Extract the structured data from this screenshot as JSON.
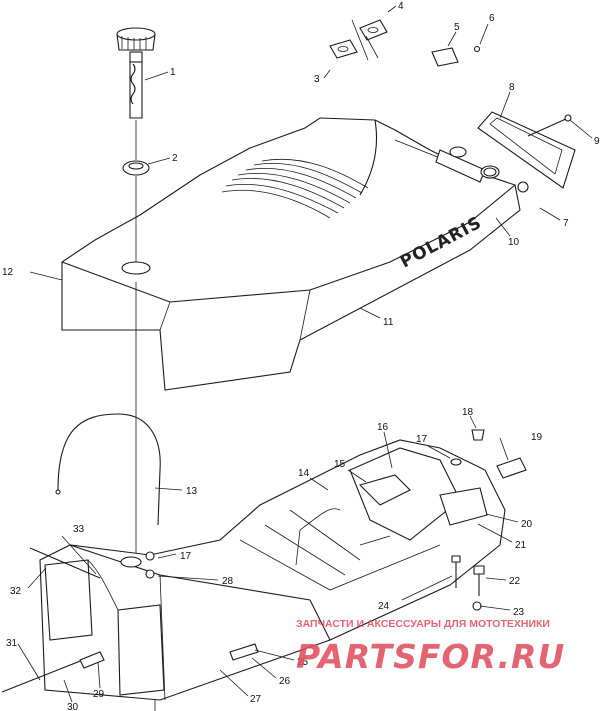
{
  "diagram": {
    "brand_text": "POLARIS",
    "callouts": [
      {
        "id": "c1",
        "text": "1"
      },
      {
        "id": "c2",
        "text": "2"
      },
      {
        "id": "c3",
        "text": "3"
      },
      {
        "id": "c4",
        "text": "4"
      },
      {
        "id": "c5",
        "text": "5"
      },
      {
        "id": "c6",
        "text": "6"
      },
      {
        "id": "c7",
        "text": "7"
      },
      {
        "id": "c8",
        "text": "8"
      },
      {
        "id": "c9",
        "text": "9"
      },
      {
        "id": "c10",
        "text": "10"
      },
      {
        "id": "c11",
        "text": "11"
      },
      {
        "id": "c12",
        "text": "12"
      },
      {
        "id": "c13",
        "text": "13"
      },
      {
        "id": "c14",
        "text": "14"
      },
      {
        "id": "c15",
        "text": "15"
      },
      {
        "id": "c16",
        "text": "16"
      },
      {
        "id": "c17a",
        "text": "17"
      },
      {
        "id": "c17b",
        "text": "17"
      },
      {
        "id": "c18",
        "text": "18"
      },
      {
        "id": "c19",
        "text": "19"
      },
      {
        "id": "c20",
        "text": "20"
      },
      {
        "id": "c21",
        "text": "21"
      },
      {
        "id": "c22",
        "text": "22"
      },
      {
        "id": "c23",
        "text": "23"
      },
      {
        "id": "c24",
        "text": "24"
      },
      {
        "id": "c25",
        "text": "25"
      },
      {
        "id": "c26",
        "text": "26"
      },
      {
        "id": "c27",
        "text": "27"
      },
      {
        "id": "c28",
        "text": "28"
      },
      {
        "id": "c29",
        "text": "29"
      },
      {
        "id": "c30",
        "text": "30"
      },
      {
        "id": "c31",
        "text": "31"
      },
      {
        "id": "c32",
        "text": "32"
      },
      {
        "id": "c33",
        "text": "33"
      }
    ]
  },
  "watermark": {
    "top_text": "ЗАПЧАСТИ И АКСЕССУАРЫ ДЛЯ МОТОТЕХНИКИ",
    "main_text": "PARTSFOR.RU",
    "color": "#e04a5a"
  }
}
